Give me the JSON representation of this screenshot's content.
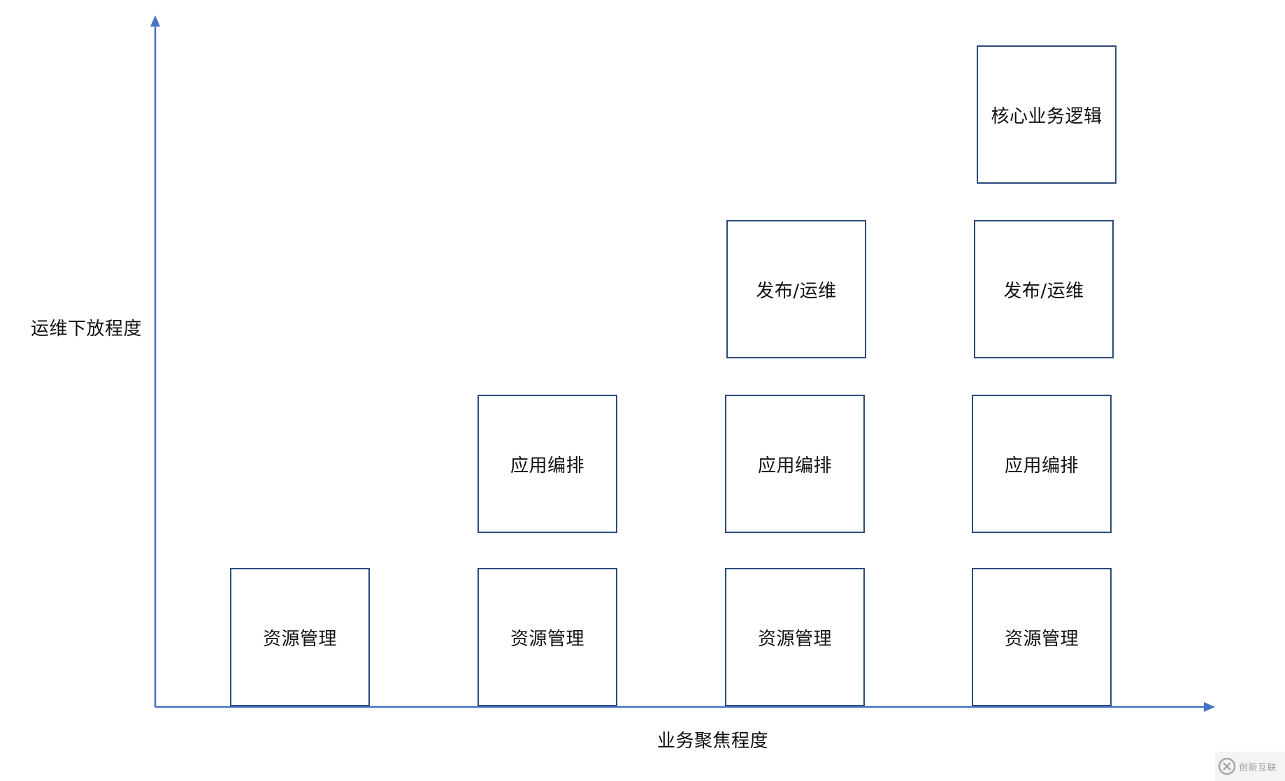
{
  "axes": {
    "x_label": "业务聚焦程度",
    "y_label": "运维下放程度",
    "color": "#4472c4"
  },
  "block_border_color": "#2c4a7c",
  "columns": [
    {
      "layers": [
        "资源管理"
      ]
    },
    {
      "layers": [
        "资源管理",
        "应用编排"
      ]
    },
    {
      "layers": [
        "资源管理",
        "应用编排",
        "发布/运维"
      ]
    },
    {
      "layers": [
        "资源管理",
        "应用编排",
        "发布/运维",
        "核心业务逻辑"
      ]
    }
  ],
  "watermark": {
    "text": "创新互联",
    "icon": "logo-icon"
  }
}
